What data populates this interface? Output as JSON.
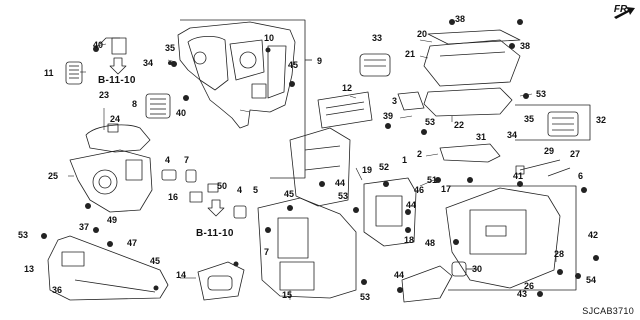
{
  "diagram": {
    "orientation_label": "FR.",
    "diagram_code": "SJCAB3710",
    "reference_label": "B-11-10",
    "callouts": [
      {
        "id": "c1",
        "text": "1"
      },
      {
        "id": "c2",
        "text": "2"
      },
      {
        "id": "c3",
        "text": "3"
      },
      {
        "id": "c4a",
        "text": "4"
      },
      {
        "id": "c4b",
        "text": "4"
      },
      {
        "id": "c5",
        "text": "5"
      },
      {
        "id": "c6",
        "text": "6"
      },
      {
        "id": "c7a",
        "text": "7"
      },
      {
        "id": "c7b",
        "text": "7"
      },
      {
        "id": "c8",
        "text": "8"
      },
      {
        "id": "c9",
        "text": "9"
      },
      {
        "id": "c10",
        "text": "10"
      },
      {
        "id": "c11",
        "text": "11"
      },
      {
        "id": "c12",
        "text": "12"
      },
      {
        "id": "c13",
        "text": "13"
      },
      {
        "id": "c14",
        "text": "14"
      },
      {
        "id": "c15",
        "text": "15"
      },
      {
        "id": "c16",
        "text": "16"
      },
      {
        "id": "c17",
        "text": "17"
      },
      {
        "id": "c18",
        "text": "18"
      },
      {
        "id": "c19",
        "text": "19"
      },
      {
        "id": "c20",
        "text": "20"
      },
      {
        "id": "c21",
        "text": "21"
      },
      {
        "id": "c22",
        "text": "22"
      },
      {
        "id": "c23",
        "text": "23"
      },
      {
        "id": "c24",
        "text": "24"
      },
      {
        "id": "c25",
        "text": "25"
      },
      {
        "id": "c26",
        "text": "26"
      },
      {
        "id": "c27",
        "text": "27"
      },
      {
        "id": "c28",
        "text": "28"
      },
      {
        "id": "c29",
        "text": "29"
      },
      {
        "id": "c30",
        "text": "30"
      },
      {
        "id": "c31",
        "text": "31"
      },
      {
        "id": "c32",
        "text": "32"
      },
      {
        "id": "c33",
        "text": "33"
      },
      {
        "id": "c34a",
        "text": "34"
      },
      {
        "id": "c34b",
        "text": "34"
      },
      {
        "id": "c35a",
        "text": "35"
      },
      {
        "id": "c35b",
        "text": "35"
      },
      {
        "id": "c36",
        "text": "36"
      },
      {
        "id": "c37",
        "text": "37"
      },
      {
        "id": "c38a",
        "text": "38"
      },
      {
        "id": "c38b",
        "text": "38"
      },
      {
        "id": "c39",
        "text": "39"
      },
      {
        "id": "c40a",
        "text": "40"
      },
      {
        "id": "c40b",
        "text": "40"
      },
      {
        "id": "c41",
        "text": "41"
      },
      {
        "id": "c42",
        "text": "42"
      },
      {
        "id": "c43",
        "text": "43"
      },
      {
        "id": "c44a",
        "text": "44"
      },
      {
        "id": "c44b",
        "text": "44"
      },
      {
        "id": "c44c",
        "text": "44"
      },
      {
        "id": "c45a",
        "text": "45"
      },
      {
        "id": "c45b",
        "text": "45"
      },
      {
        "id": "c45c",
        "text": "45"
      },
      {
        "id": "c46",
        "text": "46"
      },
      {
        "id": "c47",
        "text": "47"
      },
      {
        "id": "c48",
        "text": "48"
      },
      {
        "id": "c49",
        "text": "49"
      },
      {
        "id": "c50",
        "text": "50"
      },
      {
        "id": "c51",
        "text": "51"
      },
      {
        "id": "c52",
        "text": "52"
      },
      {
        "id": "c53a",
        "text": "53"
      },
      {
        "id": "c53b",
        "text": "53"
      },
      {
        "id": "c53c",
        "text": "53"
      },
      {
        "id": "c53d",
        "text": "53"
      },
      {
        "id": "c53e",
        "text": "53"
      },
      {
        "id": "c54",
        "text": "54"
      }
    ]
  }
}
